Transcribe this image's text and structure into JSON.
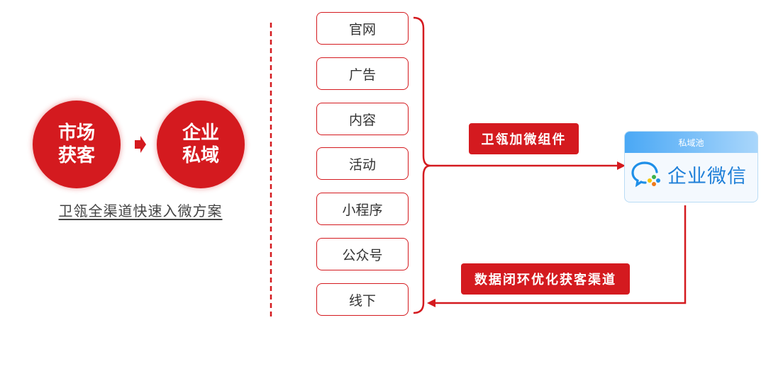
{
  "left": {
    "circle_from": {
      "line1": "市场",
      "line2": "获客"
    },
    "circle_to": {
      "line1": "企业",
      "line2": "私域"
    },
    "caption": "卫瓴全渠道快速入微方案"
  },
  "channels": [
    "官网",
    "广告",
    "内容",
    "活动",
    "小程序",
    "公众号",
    "线下"
  ],
  "forward_label": "卫瓴加微组件",
  "return_label": "数据闭环优化获客渠道",
  "target": {
    "header": "私域池",
    "title": "企业微信",
    "icon": "wecom-logo-icon"
  },
  "colors": {
    "accent": "#d41a1f",
    "blue": "#1e7fd8"
  }
}
